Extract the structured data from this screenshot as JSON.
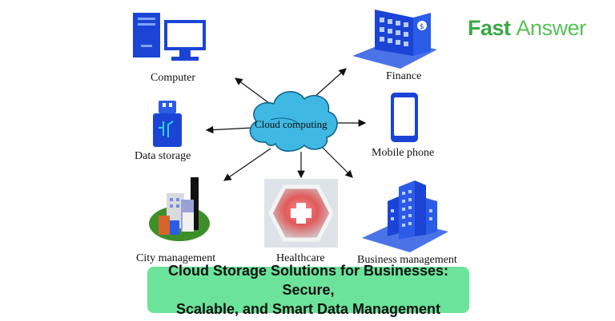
{
  "brand": {
    "part1": "Fast",
    "part2": "Answer"
  },
  "diagram": {
    "center": "Cloud computing",
    "nodes": [
      {
        "id": "computer",
        "label": "Computer",
        "icon": "desktop-computer-icon"
      },
      {
        "id": "finance",
        "label": "Finance",
        "icon": "bank-building-icon"
      },
      {
        "id": "data-storage",
        "label": "Data storage",
        "icon": "usb-drive-icon"
      },
      {
        "id": "mobile-phone",
        "label": "Mobile phone",
        "icon": "smartphone-icon"
      },
      {
        "id": "city-management",
        "label": "City management",
        "icon": "city-buildings-icon"
      },
      {
        "id": "healthcare",
        "label": "Healthcare",
        "icon": "medical-cross-icon"
      },
      {
        "id": "business-management",
        "label": "Business management",
        "icon": "office-tower-icon"
      }
    ]
  },
  "caption": {
    "line1": "Cloud Storage Solutions for Businesses: Secure,",
    "line2": "Scalable, and Smart Data Management"
  },
  "colors": {
    "brand_dark": "#3aa844",
    "brand_light": "#57c257",
    "caption_bg": "#6be39a",
    "cloud_fill": "#3fb8e3",
    "icon_blue": "#1b44d6",
    "icon_platform": "#4b73e8"
  }
}
